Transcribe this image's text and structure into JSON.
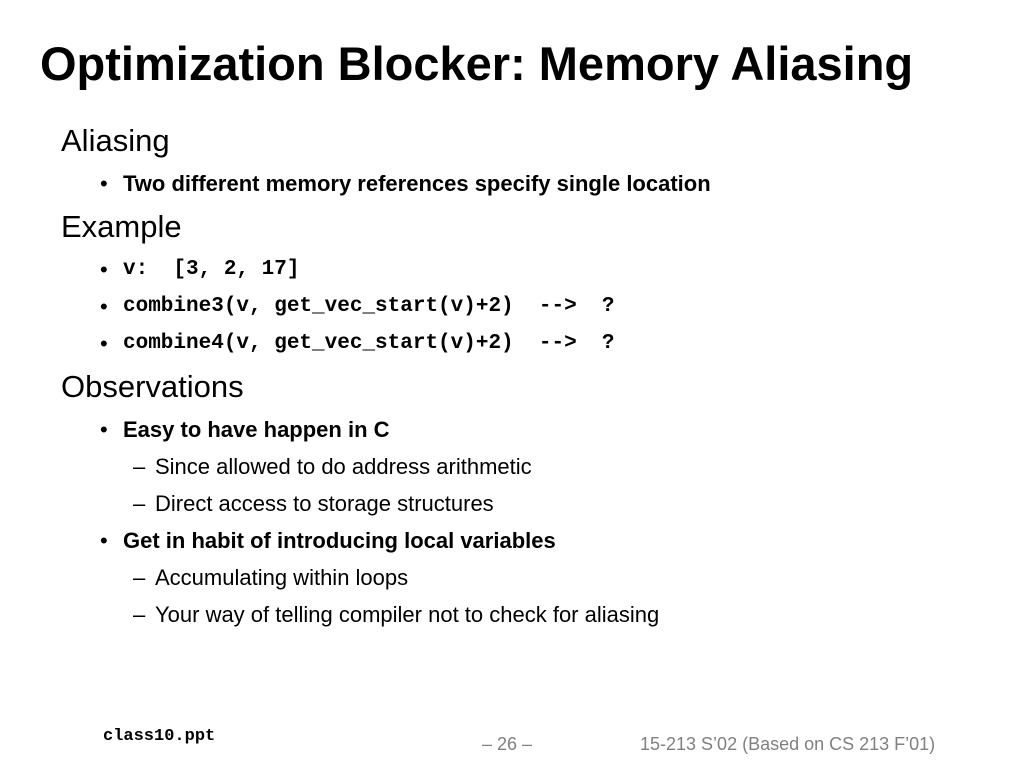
{
  "slide": {
    "title": "Optimization Blocker: Memory Aliasing",
    "sections": [
      {
        "heading": "Aliasing",
        "bullets": [
          {
            "text": "Two different memory references specify single location"
          }
        ]
      },
      {
        "heading": "Example",
        "bullets": [
          {
            "text": "v:  [3, 2, 17]"
          },
          {
            "text": "combine3(v, get_vec_start(v)+2)  -->  ?"
          },
          {
            "text": "combine4(v, get_vec_start(v)+2)  -->  ?"
          }
        ]
      },
      {
        "heading": "Observations",
        "bullets": [
          {
            "text": "Easy to have happen in C",
            "subbullets": [
              "Since allowed to do address arithmetic",
              "Direct access to storage structures"
            ]
          },
          {
            "text": "Get in habit of introducing local variables",
            "subbullets": [
              "Accumulating within loops",
              "Your way of telling compiler not to check for aliasing"
            ]
          }
        ]
      }
    ],
    "bullet_glyph": "•",
    "dash_glyph": "–"
  },
  "footer": {
    "file": "class10.ppt",
    "page": "– 26 –",
    "course": "15-213 S’02 (Based on CS 213 F’01)"
  }
}
